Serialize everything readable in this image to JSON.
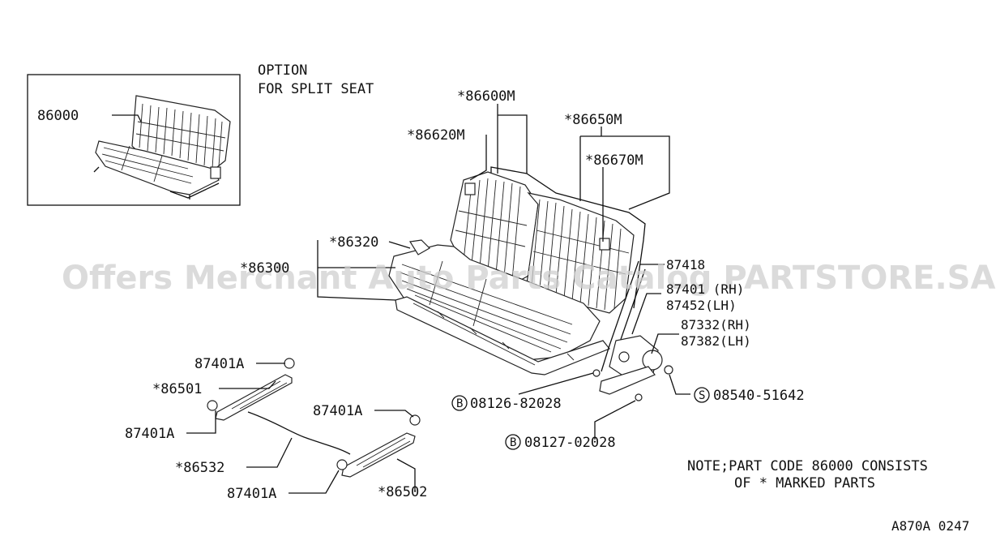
{
  "option_title": [
    "OPTION",
    "FOR SPLIT SEAT"
  ],
  "inset_part": "86000",
  "parts": {
    "p86600M": "*86600M",
    "p86620M": "*86620M",
    "p86650M": "*86650M",
    "p86670M": "*86670M",
    "p86320": "*86320",
    "p86300": "*86300",
    "p87418": "87418",
    "p87401_rh": "87401 (RH)",
    "p87452_lh": "87452(LH)",
    "p87332_rh": "87332(RH)",
    "p87382_lh": "87382(LH)",
    "p87401A_1": "87401A",
    "p86501": "*86501",
    "p87401A_2": "87401A",
    "p87401A_3": "87401A",
    "p86532": "*86532",
    "p87401A_4": "87401A",
    "p86502": "*86502"
  },
  "bolts": {
    "b08126": {
      "symbol": "B",
      "code": "08126-82028"
    },
    "b08127": {
      "symbol": "B",
      "code": "08127-02028"
    },
    "s08540": {
      "symbol": "S",
      "code": "08540-51642"
    }
  },
  "note": [
    "NOTE;PART CODE 86000 CONSISTS",
    "OF * MARKED PARTS"
  ],
  "watermark": "Offers Merchant Auto Parts Catalog PARTSTORE.SA",
  "diagram_code": "A870A 0247"
}
